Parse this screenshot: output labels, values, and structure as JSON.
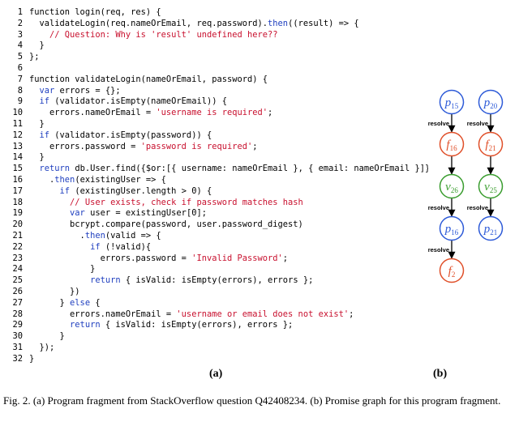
{
  "code_lines": [
    [
      {
        "t": "function login(req, res) {"
      }
    ],
    [
      {
        "t": "  validateLogin(req.nameOrEmail, req.password)."
      },
      {
        "t": "then",
        "c": "kw"
      },
      {
        "t": "((result) => {"
      }
    ],
    [
      {
        "t": "    "
      },
      {
        "t": "// Question: Why is 'result' undefined here??",
        "c": "cm"
      }
    ],
    [
      {
        "t": "  }"
      }
    ],
    [
      {
        "t": "};"
      }
    ],
    [
      {
        "t": ""
      }
    ],
    [
      {
        "t": "function validateLogin(nameOrEmail, password) {"
      }
    ],
    [
      {
        "t": "  "
      },
      {
        "t": "var",
        "c": "kw"
      },
      {
        "t": " errors = {};"
      }
    ],
    [
      {
        "t": "  "
      },
      {
        "t": "if",
        "c": "kw"
      },
      {
        "t": " (validator.isEmpty(nameOrEmail)) {"
      }
    ],
    [
      {
        "t": "    errors.nameOrEmail = "
      },
      {
        "t": "'username is required'",
        "c": "str"
      },
      {
        "t": ";"
      }
    ],
    [
      {
        "t": "  }"
      }
    ],
    [
      {
        "t": "  "
      },
      {
        "t": "if",
        "c": "kw"
      },
      {
        "t": " (validator.isEmpty(password)) {"
      }
    ],
    [
      {
        "t": "    errors.password = "
      },
      {
        "t": "'password is required'",
        "c": "str"
      },
      {
        "t": ";"
      }
    ],
    [
      {
        "t": "  }"
      }
    ],
    [
      {
        "t": "  "
      },
      {
        "t": "return",
        "c": "kw"
      },
      {
        "t": " db.User.find({$or:[{ username: nameOrEmail }, { email: nameOrEmail }]})"
      }
    ],
    [
      {
        "t": "    ."
      },
      {
        "t": "then",
        "c": "kw"
      },
      {
        "t": "(existingUser => {"
      }
    ],
    [
      {
        "t": "      "
      },
      {
        "t": "if",
        "c": "kw"
      },
      {
        "t": " (existingUser.length > 0) {"
      }
    ],
    [
      {
        "t": "        "
      },
      {
        "t": "// User exists, check if password matches hash",
        "c": "cm"
      }
    ],
    [
      {
        "t": "        "
      },
      {
        "t": "var",
        "c": "kw"
      },
      {
        "t": " user = existingUser[0];"
      }
    ],
    [
      {
        "t": "        bcrypt.compare(password, user.password_digest)"
      }
    ],
    [
      {
        "t": "          ."
      },
      {
        "t": "then",
        "c": "kw"
      },
      {
        "t": "(valid => {"
      }
    ],
    [
      {
        "t": "            "
      },
      {
        "t": "if",
        "c": "kw"
      },
      {
        "t": " (!valid){"
      }
    ],
    [
      {
        "t": "              errors.password = "
      },
      {
        "t": "'Invalid Password'",
        "c": "str"
      },
      {
        "t": ";"
      }
    ],
    [
      {
        "t": "            }"
      }
    ],
    [
      {
        "t": "            "
      },
      {
        "t": "return",
        "c": "kw"
      },
      {
        "t": " { isValid: isEmpty(errors), errors };"
      }
    ],
    [
      {
        "t": "        })"
      }
    ],
    [
      {
        "t": "      } "
      },
      {
        "t": "else",
        "c": "kw"
      },
      {
        "t": " {"
      }
    ],
    [
      {
        "t": "        errors.nameOrEmail = "
      },
      {
        "t": "'username or email does not exist'",
        "c": "str"
      },
      {
        "t": ";"
      }
    ],
    [
      {
        "t": "        "
      },
      {
        "t": "return",
        "c": "kw"
      },
      {
        "t": " { isValid: isEmpty(errors), errors };"
      }
    ],
    [
      {
        "t": "      }"
      }
    ],
    [
      {
        "t": "  });"
      }
    ],
    [
      {
        "t": "}"
      }
    ]
  ],
  "sublabels": {
    "a": "(a)",
    "b": "(b)"
  },
  "caption": "Fig. 2. (a) Program fragment from StackOverflow question Q42408234. (b) Promise graph for this program fragment.",
  "graph": {
    "colors": {
      "promise": "#2e5bd8",
      "function": "#e0502a",
      "value": "#3a9d2f"
    },
    "nodes": [
      {
        "id": "p15",
        "base": "p",
        "sub": "15",
        "kind": "promise"
      },
      {
        "id": "f16",
        "base": "f",
        "sub": "16",
        "kind": "function"
      },
      {
        "id": "v26",
        "base": "v",
        "sub": "26",
        "kind": "value"
      },
      {
        "id": "p16",
        "base": "p",
        "sub": "16",
        "kind": "promise"
      },
      {
        "id": "f2",
        "base": "f",
        "sub": "2",
        "kind": "function"
      },
      {
        "id": "p20",
        "base": "p",
        "sub": "20",
        "kind": "promise"
      },
      {
        "id": "f21",
        "base": "f",
        "sub": "21",
        "kind": "function"
      },
      {
        "id": "v25",
        "base": "v",
        "sub": "25",
        "kind": "value"
      },
      {
        "id": "p21",
        "base": "p",
        "sub": "21",
        "kind": "promise"
      }
    ],
    "edges": [
      {
        "from": "p15",
        "to": "f16",
        "label": "resolve"
      },
      {
        "from": "f16",
        "to": "v26",
        "label": ""
      },
      {
        "from": "v26",
        "to": "p16",
        "label": "resolve"
      },
      {
        "from": "p16",
        "to": "f2",
        "label": "resolve"
      },
      {
        "from": "p20",
        "to": "f21",
        "label": "resolve"
      },
      {
        "from": "f21",
        "to": "v25",
        "label": ""
      },
      {
        "from": "v25",
        "to": "p21",
        "label": "resolve"
      }
    ]
  }
}
